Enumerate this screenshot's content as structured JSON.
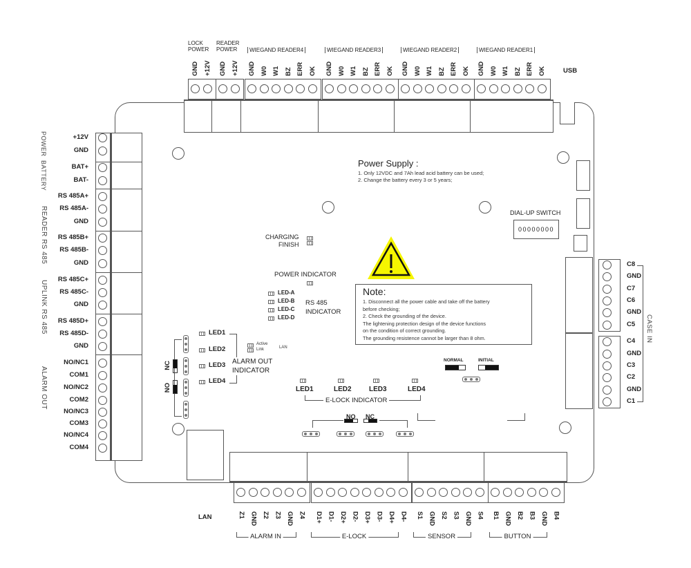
{
  "top_connectors": {
    "lock_power": {
      "title_line1": "LOCK",
      "title_line2": "POWER",
      "pins": [
        "GND",
        "+12V"
      ]
    },
    "reader_power": {
      "title_line1": "READER",
      "title_line2": "POWER",
      "pins": [
        "GND",
        "+12V"
      ]
    },
    "wiegand": [
      {
        "title": "WIEGAND READER4",
        "pins": [
          "GND",
          "W0",
          "W1",
          "BZ",
          "ERR",
          "OK"
        ]
      },
      {
        "title": "WIEGAND READER3",
        "pins": [
          "GND",
          "W0",
          "W1",
          "BZ",
          "ERR",
          "OK"
        ]
      },
      {
        "title": "WIEGAND READER2",
        "pins": [
          "GND",
          "W0",
          "W1",
          "BZ",
          "ERR",
          "OK"
        ]
      },
      {
        "title": "WIEGAND READER1",
        "pins": [
          "GND",
          "W0",
          "W1",
          "BZ",
          "ERR",
          "OK"
        ]
      }
    ],
    "usb_label": "USB"
  },
  "left_connectors": {
    "groups": [
      {
        "title": "POWER",
        "pins": [
          "+12V",
          "GND"
        ]
      },
      {
        "title": "BATTERY",
        "pins": [
          "BAT+",
          "BAT-"
        ]
      },
      {
        "title": "READER RS 485",
        "pins": [
          "RS 485A+",
          "RS 485A-",
          "GND",
          "RS 485B+",
          "RS 485B-",
          "GND"
        ]
      },
      {
        "title": "UPLINK RS 485",
        "pins": [
          "RS 485C+",
          "RS 485C-",
          "GND",
          "RS 485D+",
          "RS 485D-",
          "GND"
        ]
      },
      {
        "title": "ALARM OUT",
        "pins": [
          "NO/NC1",
          "COM1",
          "NO/NC2",
          "COM2",
          "NO/NC3",
          "COM3",
          "NO/NC4",
          "COM4"
        ]
      }
    ]
  },
  "right_connectors": {
    "title": "CASE IN",
    "pins": [
      "C8",
      "GND",
      "C7",
      "C6",
      "GND",
      "C5",
      "C4",
      "GND",
      "C3",
      "C2",
      "GND",
      "C1"
    ]
  },
  "bottom_connectors": {
    "lan_label": "LAN",
    "groups": [
      {
        "title": "ALARM IN",
        "pins": [
          "Z1",
          "GND",
          "Z2",
          "Z3",
          "GND",
          "Z4"
        ]
      },
      {
        "title": "E-LOCK",
        "pins": [
          "D1+",
          "D1-",
          "D2+",
          "D2-",
          "D3+",
          "D3-",
          "D4+",
          "D4-"
        ]
      },
      {
        "title": "SENSOR",
        "pins": [
          "S1",
          "GND",
          "S2",
          "S3",
          "GND",
          "S4"
        ]
      },
      {
        "title": "BUTTON",
        "pins": [
          "B1",
          "GND",
          "B2",
          "B3",
          "GND",
          "B4"
        ]
      }
    ]
  },
  "power_supply": {
    "title": "Power Supply :",
    "lines": [
      "1. Only 12VDC and 7Ah lead acid battery can be used;",
      "2. Change the battery every 3 or 5 years;"
    ]
  },
  "note": {
    "title": "Note:",
    "lines": [
      "1. Disconnect all the power cable and take off the battery",
      "before checking;",
      "2. Check the grounding of the device.",
      "The lightening protection design of the device functions",
      "on the condition of correct grounding.",
      "The grounding resistence cannot be larger than 8 ohm."
    ]
  },
  "indicators": {
    "charging_line1": "CHARGING",
    "charging_line2": "FINISH",
    "power_indicator": "POWER INDICATOR",
    "rs485_leds": [
      "LED-A",
      "LED-B",
      "LED-C",
      "LED-D"
    ],
    "rs485_label_line1": "RS 485",
    "rs485_label_line2": "INDICATOR",
    "alarm_leds": [
      "LED1",
      "LED2",
      "LED3",
      "LED4"
    ],
    "alarm_label_line1": "ALARM OUT",
    "alarm_label_line2": "INDICATOR",
    "lan_active": "Active",
    "lan_link": "Link",
    "lan_label": "LAN",
    "elock_leds": [
      "LED1",
      "LED2",
      "LED3",
      "LED4"
    ],
    "elock_label": "E-LOCK INDICATOR"
  },
  "switches": {
    "nc_label": "NC",
    "no_label": "NO",
    "elock_no": "NO",
    "elock_nc": "NC",
    "normal": "NORMAL",
    "initial": "INITIAL",
    "dial_up": "DIAL-UP SWITCH",
    "dial_positions": "00000000"
  },
  "colors": {
    "warning_yellow": "#f5f500",
    "line": "#555555"
  }
}
